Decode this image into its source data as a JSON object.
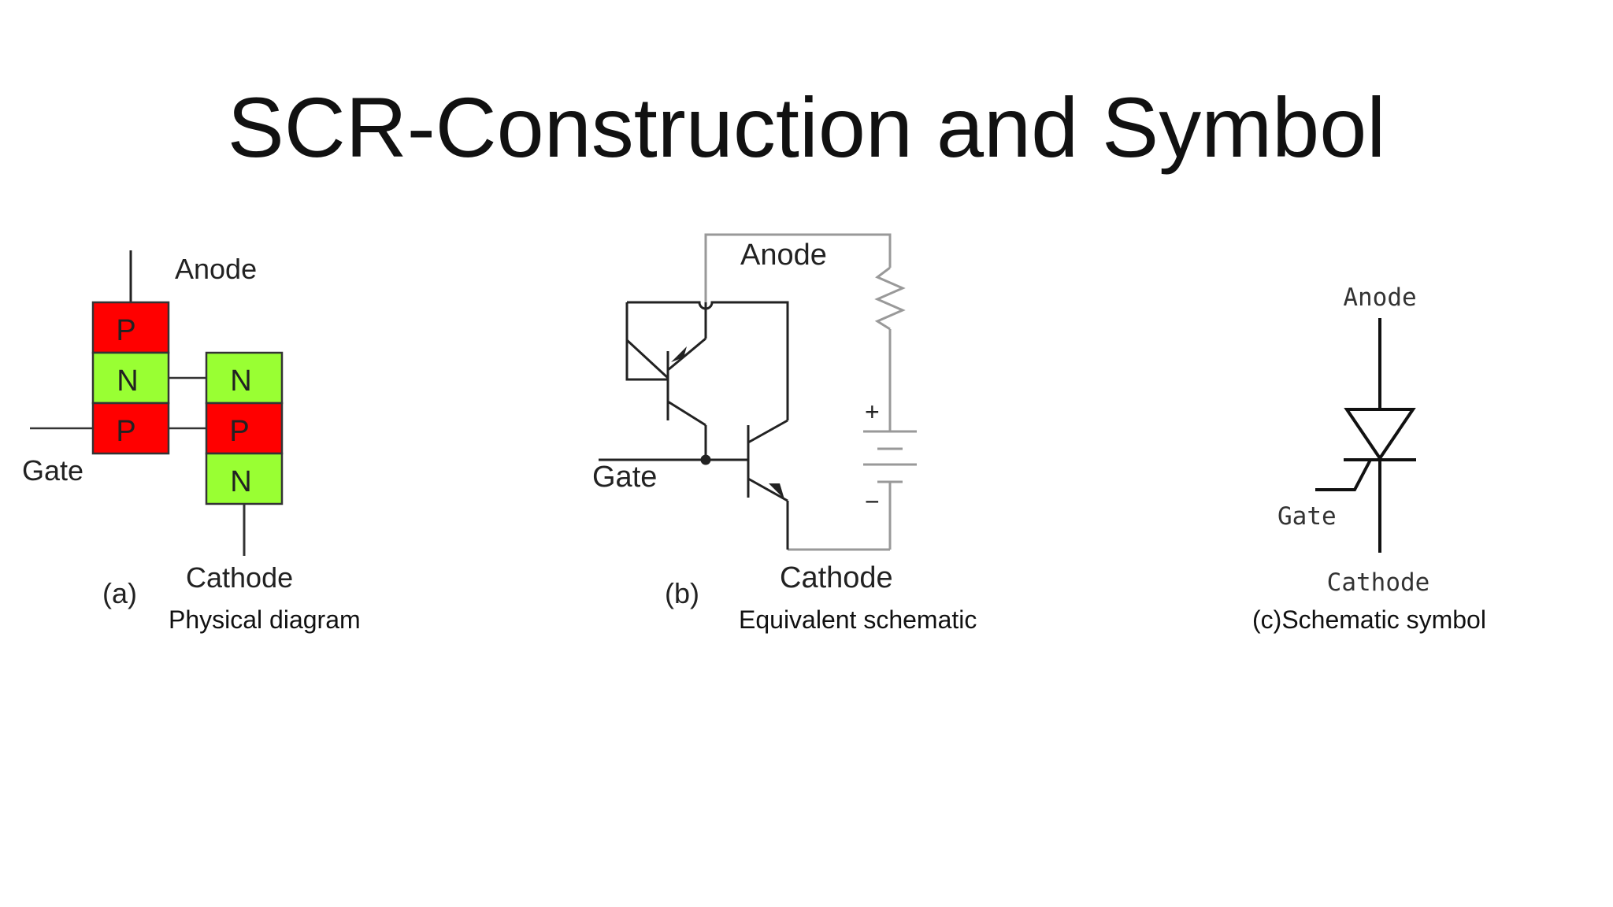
{
  "slide": {
    "title": "SCR-Construction and Symbol"
  },
  "physical": {
    "anode": "Anode",
    "gate": "Gate",
    "cathode": "Cathode",
    "tag": "(a)",
    "caption": "Physical diagram",
    "left_stack": [
      "P",
      "N",
      "P"
    ],
    "right_stack": [
      "N",
      "P",
      "N"
    ],
    "colors": {
      "p_layer": "#ff0000",
      "n_layer": "#99ff33"
    }
  },
  "equivalent": {
    "anode": "Anode",
    "gate": "Gate",
    "cathode": "Cathode",
    "tag": "(b)",
    "caption": "Equivalent schematic",
    "plus": "+",
    "minus": "−"
  },
  "symbol": {
    "anode": "Anode",
    "gate": "Gate",
    "cathode": "Cathode",
    "caption": "(c)Schematic symbol"
  }
}
